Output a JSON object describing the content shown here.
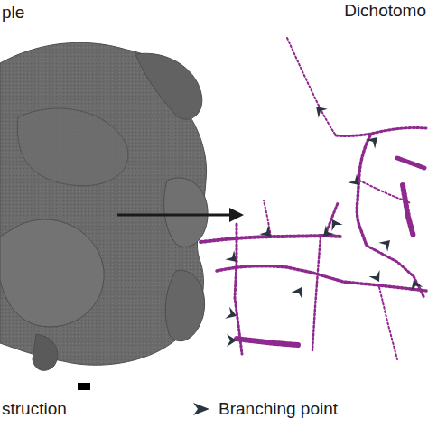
{
  "diagram": {
    "labels": [
      "ple",
      "Dichotomo",
      "struction"
    ],
    "legend": [
      {
        "text": "Branching point"
      }
    ]
  }
}
